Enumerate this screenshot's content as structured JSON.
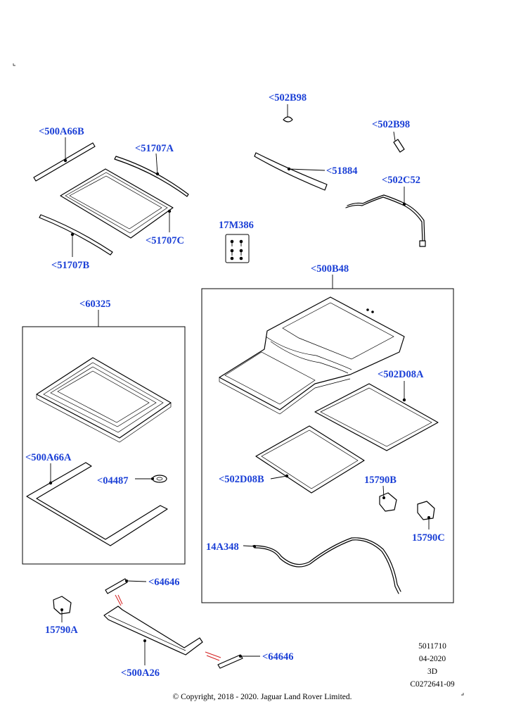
{
  "labels": {
    "l_502b98_top": "<502B98",
    "l_502b98_right": "<502B98",
    "l_500a66b": "<500A66B",
    "l_51707a": "<51707A",
    "l_51884": "<51884",
    "l_502c52": "<502C52",
    "l_17m386": "17M386",
    "l_51707c": "<51707C",
    "l_51707b": "<51707B",
    "l_500b48": "<500B48",
    "l_60325": "<60325",
    "l_502d08a": "<502D08A",
    "l_500a66a": "<500A66A",
    "l_04487": "<04487",
    "l_502d08b": "<502D08B",
    "l_15790b": "15790B",
    "l_15790c": "15790C",
    "l_14a348": "14A348",
    "l_64646_top": "<64646",
    "l_64646_bottom": "<64646",
    "l_15790a": "15790A",
    "l_500a26": "<500A26"
  },
  "meta": {
    "ref_number": "5011710",
    "date": "04-2020",
    "view": "3D",
    "code": "C0272641-09",
    "copyright": "© Copyright, 2018 - 2020. Jaguar Land Rover Limited."
  }
}
